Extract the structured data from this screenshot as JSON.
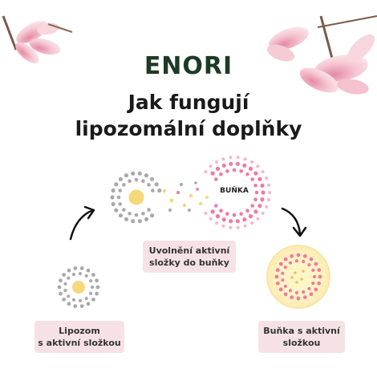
{
  "brand": {
    "logo_text": "ENORI"
  },
  "heading": {
    "line1": "Jak fungují",
    "line2": "lipozomální doplňky"
  },
  "diagram": {
    "cell_label": "BUŇKA",
    "steps": [
      {
        "line1": "Lipozom",
        "line2": "s aktivní složkou"
      },
      {
        "line1": "Uvolnění aktivní",
        "line2": "složky do buňky"
      },
      {
        "line1": "Buňka s aktivní",
        "line2": "složkou"
      }
    ]
  },
  "colors": {
    "gray_dot": "#a9a9a9",
    "yellow": "#f6d77a",
    "pink_dot": "#f07aa0",
    "label_bg": "#f6e2e6",
    "logo_green": "#1d3a26"
  }
}
